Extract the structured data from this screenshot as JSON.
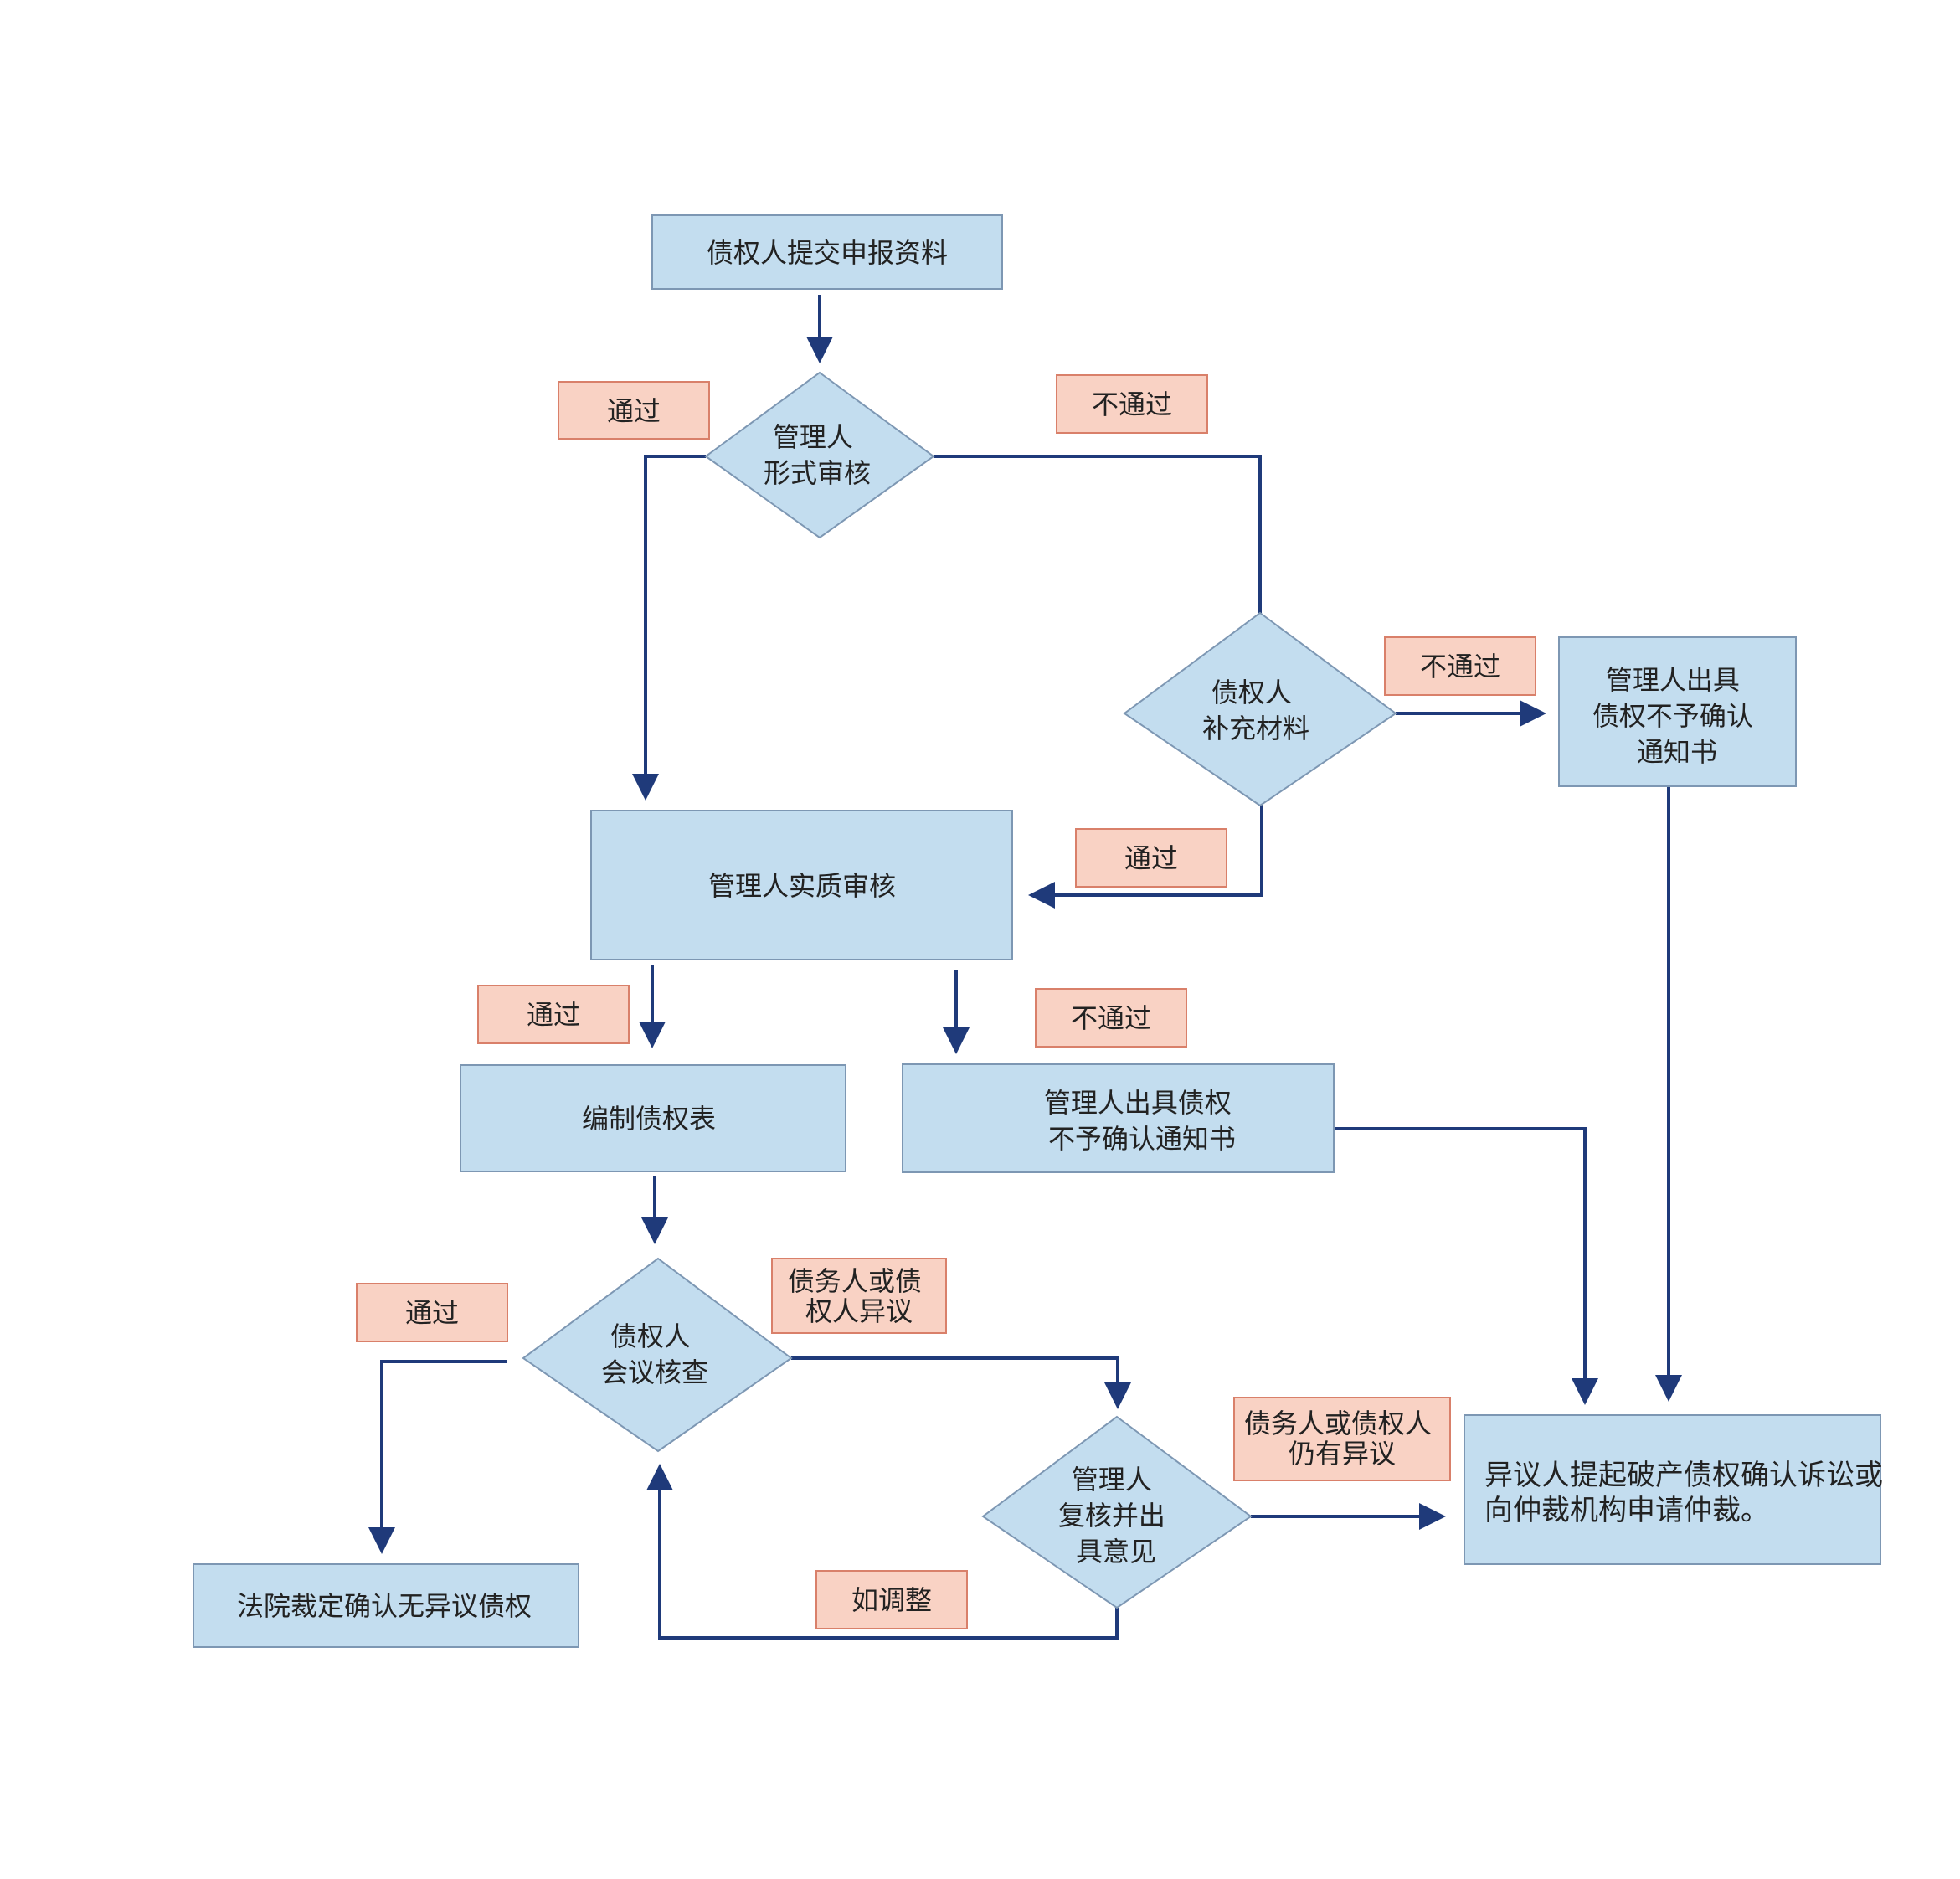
{
  "colors": {
    "process_fill": "#c3ddef",
    "process_stroke": "#7d97b3",
    "label_fill": "#f9d2c4",
    "label_stroke": "#d9806a",
    "arrow": "#1f3a7a",
    "text": "#222222"
  },
  "nodes": {
    "submit": [
      "债权人提交申报资料"
    ],
    "formal_review": [
      "管理人",
      "形式审核"
    ],
    "supplement": [
      "债权人",
      "补充材料"
    ],
    "notice_right": [
      "管理人出具",
      "债权不予确认",
      "通知书"
    ],
    "substantive_review": [
      "管理人实质审核"
    ],
    "compile_table": [
      "编制债权表"
    ],
    "notice_middle": [
      "管理人出具债权",
      "不予确认通知书"
    ],
    "creditor_meeting": [
      "债权人",
      "会议核查"
    ],
    "recheck": [
      "管理人",
      "复核并出",
      "具意见"
    ],
    "court": [
      "法院裁定确认无异议债权"
    ],
    "lawsuit": [
      "异议人提起破产债权确认诉讼或",
      "向仲裁机构申请仲裁。"
    ]
  },
  "labels": {
    "formal_pass": [
      "通过"
    ],
    "formal_fail": [
      "不通过"
    ],
    "supplement_fail": [
      "不通过"
    ],
    "supplement_pass": [
      "通过"
    ],
    "substantive_pass": [
      "通过"
    ],
    "substantive_fail": [
      "不通过"
    ],
    "meeting_objection": [
      "债务人或债",
      "权人异议"
    ],
    "meeting_pass": [
      "通过"
    ],
    "still_objection": [
      "债务人或债权人",
      "仍有异议"
    ],
    "if_adjusted": [
      "如调整"
    ]
  }
}
